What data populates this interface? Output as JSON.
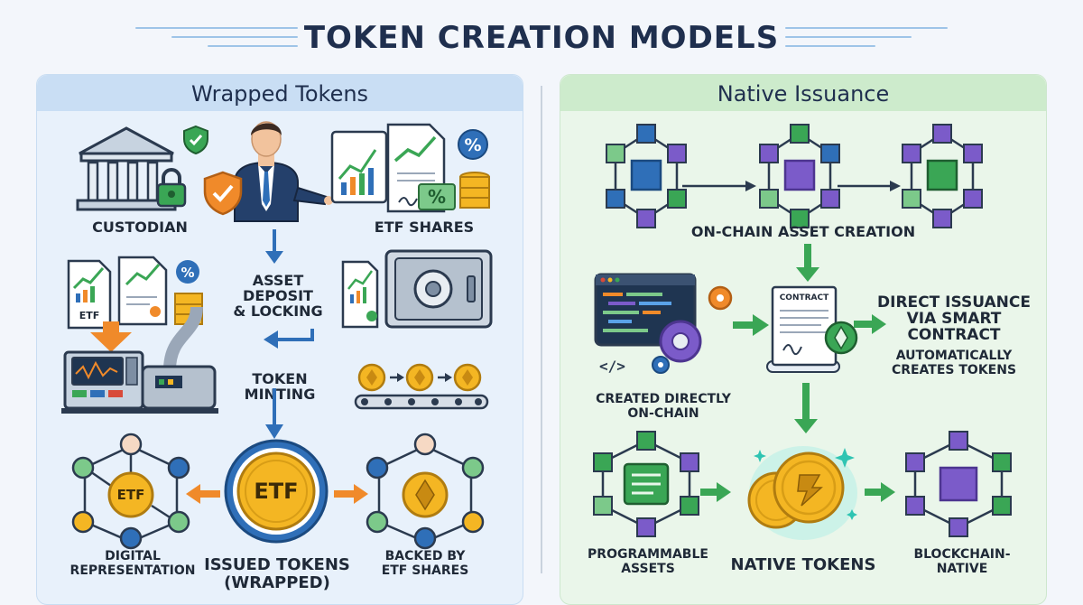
{
  "title": "TOKEN CREATION MODELS",
  "colors": {
    "blue_accent": "#2f6fb8",
    "green_accent": "#3aa655",
    "orange_accent": "#f08a2a",
    "purple_node": "#7b5bc9",
    "gold_coin": "#f4b623"
  },
  "left_panel": {
    "heading": "Wrapped Tokens",
    "custodian": "CUSTODIAN",
    "etf_shares": "ETF SHARES",
    "asset_deposit": "ASSET DEPOSIT\n& LOCKING",
    "token_minting": "TOKEN MINTING",
    "digital_representation": "DIGITAL\nREPRESENTATION",
    "issued_tokens": "ISSUED TOKENS\n(WRAPPED)",
    "backed_by": "BACKED BY\nETF SHARES",
    "etf_doc_label": "ETF",
    "etf_coin_label": "ETF",
    "percent_glyph": "%"
  },
  "right_panel": {
    "heading": "Native Issuance",
    "onchain_creation": "ON-CHAIN ASSET CREATION",
    "direct_issuance": "DIRECT ISSUANCE\nVIA SMART\nCONTRACT",
    "auto_creates": "AUTOMATICALLY\nCREATES TOKENS",
    "created_directly": "CREATED DIRECTLY\nON-CHAIN",
    "programmable_assets": "PROGRAMMABLE\nASSETS",
    "native_tokens": "NATIVE TOKENS",
    "blockchain_native": "BLOCKCHAIN-NATIVE",
    "contract_label": "CONTRACT",
    "code_glyph": "</>"
  }
}
